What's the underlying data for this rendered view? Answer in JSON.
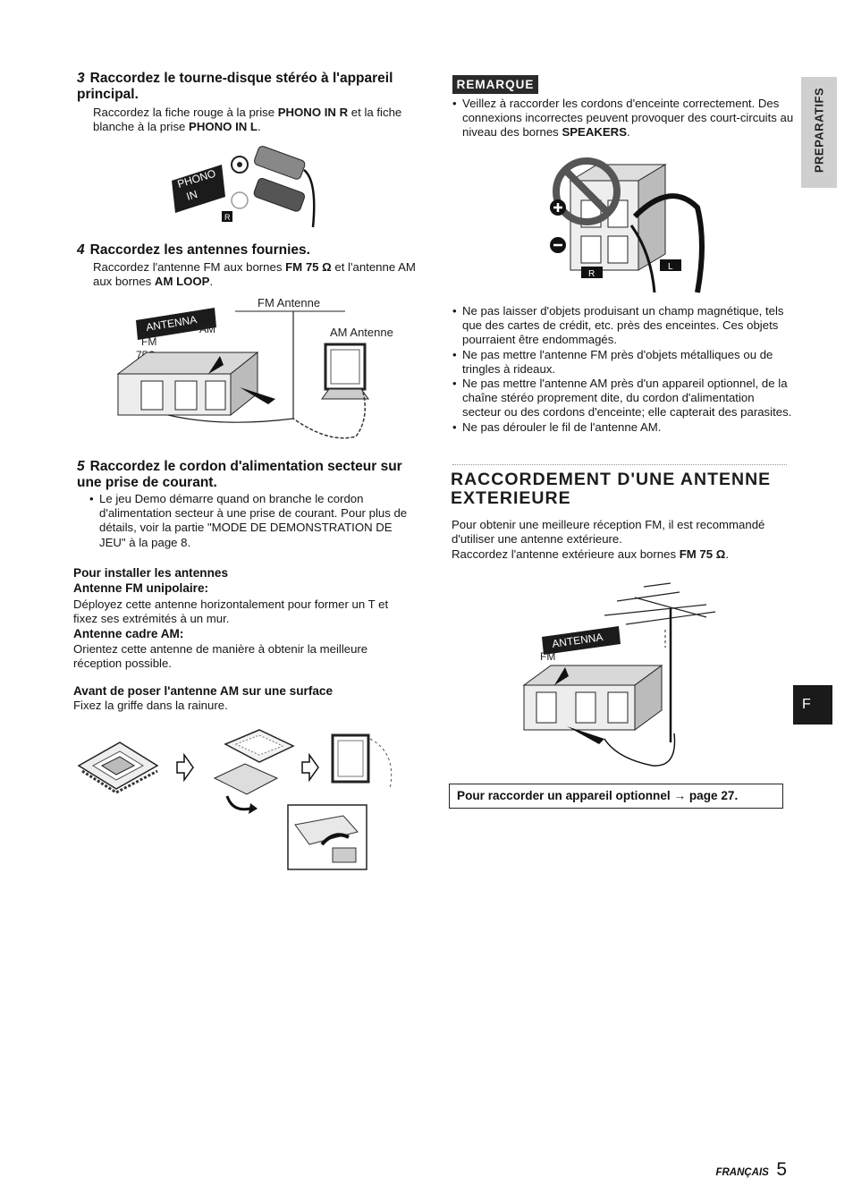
{
  "left": {
    "step3": {
      "num": "3",
      "title": "Raccordez le tourne-disque stéréo à l'appareil principal.",
      "text_1": "Raccordez la fiche rouge à la prise ",
      "bold_1": "PHONO IN R",
      "text_2": " et la fiche blanche à la prise ",
      "bold_2": "PHONO IN L",
      "text_3": "."
    },
    "fig_phono": {
      "tag_line1": "PHONO",
      "tag_line2": "IN",
      "r_label": "R"
    },
    "step4": {
      "num": "4",
      "title": "Raccordez les antennes fournies.",
      "text_1": "Raccordez l'antenne FM aux bornes ",
      "bold_1": "FM 75 Ω",
      "text_2": " et l'antenne AM aux bornes ",
      "bold_2": "AM LOOP",
      "text_3": "."
    },
    "fig_antenna": {
      "fm_antenne": "FM Antenne",
      "am_antenne": "AM Antenne",
      "tag": "ANTENNA",
      "fm": "FM",
      "am": "AM",
      "ohm": "75Ω"
    },
    "step5": {
      "num": "5",
      "title": "Raccordez le cordon d'alimentation secteur sur une prise de courant.",
      "bullet": "Le jeu Demo démarre quand on branche le cordon d'alimentation secteur à une prise de courant. Pour plus de détails, voir la partie \"MODE DE DEMONSTRATION DE JEU\" à la page 8."
    },
    "install": {
      "heading": "Pour installer les antennes",
      "fm_heading": "Antenne FM unipolaire:",
      "fm_text": "Déployez cette antenne horizontalement pour former un T et fixez ses extrémités à un mur.",
      "am_heading": "Antenne cadre AM:",
      "am_text": "Orientez cette antenne de manière à obtenir la meilleure réception possible.",
      "surface_heading": "Avant de poser l'antenne AM sur une surface",
      "surface_text": "Fixez la griffe dans la rainure."
    }
  },
  "right": {
    "remarque": {
      "label": "REMARQUE",
      "bullet1_text": "Veillez à raccorder les cordons d'enceinte correctement. Des connexions incorrectes peuvent provoquer des court-circuits au niveau des bornes ",
      "bullet1_bold": "SPEAKERS",
      "bullet1_end": "."
    },
    "fig_speakers": {
      "r": "R",
      "l": "L"
    },
    "notes": [
      "Ne pas laisser d'objets produisant un champ magnétique, tels que des cartes de crédit, etc. près des enceintes. Ces objets pourraient être endommagés.",
      "Ne pas mettre l'antenne FM près d'objets métalliques ou de tringles à rideaux.",
      "Ne pas mettre l'antenne AM près d'un appareil optionnel, de la chaîne stéréo proprement dite, du cordon d'alimentation secteur ou des cordons d'enceinte; elle capterait des parasites.",
      "Ne pas dérouler le fil de l'antenne AM."
    ],
    "exterieure": {
      "title": "RACCORDEMENT D'UNE ANTENNE EXTERIEURE",
      "text_1": "Pour obtenir une meilleure réception FM, il est recommandé d'utiliser une antenne extérieure.",
      "text_2": "Raccordez l'antenne extérieure aux bornes ",
      "bold": "FM 75 Ω",
      "text_3": "."
    },
    "fig_outdoor": {
      "tag": "ANTENNA",
      "fm": "FM"
    },
    "option_box": "Pour raccorder un appareil optionnel → page 27."
  },
  "side_tab": {
    "vertical": "PREPARATIFS",
    "letter": "F"
  },
  "footer": {
    "lang": "FRANÇAIS",
    "page": "5"
  },
  "colors": {
    "ink": "#111111",
    "tab": "#1a1a1a",
    "label_bg": "#2a2a2a"
  }
}
